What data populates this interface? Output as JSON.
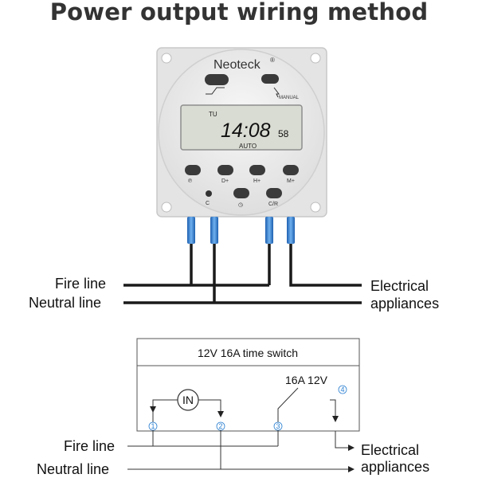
{
  "title": "Power output wiring method",
  "device": {
    "brand": "Neoteck",
    "reg_mark": "®",
    "manual_label": "MANUAL",
    "lcd_day": "TU",
    "lcd_time": "14:08",
    "lcd_seconds": "58",
    "lcd_mode": "AUTO",
    "buttons_row1": [
      "℗",
      "D+",
      "H+",
      "M+"
    ],
    "buttons_row2": [
      "C",
      "◷",
      "C/R"
    ]
  },
  "top_wiring": {
    "fire_line": "Fire line",
    "neutral_line": "Neutral line",
    "appliances_line1": "Electrical",
    "appliances_line2": "appliances"
  },
  "schematic": {
    "header": "12V 16A time switch",
    "coil": "IN",
    "relay_rating": "16A 12V",
    "terminals": [
      "1",
      "2",
      "3",
      "4"
    ],
    "fire_line": "Fire line",
    "neutral_line": "Neutral line",
    "appliances_line1": "Electrical",
    "appliances_line2": "appliances"
  },
  "colors": {
    "device_body": "#ebebeb",
    "lcd": "#d9dcd2",
    "wire": "#1a1a1a",
    "terminal_blue": "#2f7fd6",
    "terminal_number": "#2a7fd0"
  }
}
